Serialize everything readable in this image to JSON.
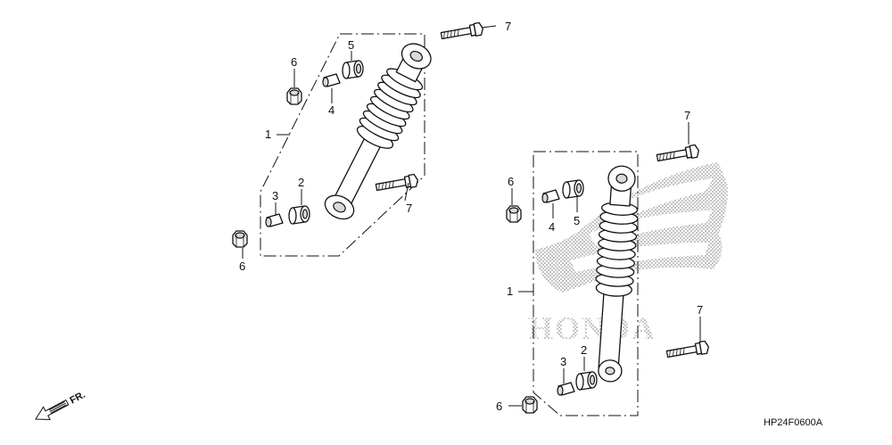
{
  "diagram": {
    "code": "HP24F0600A",
    "direction_label": "FR.",
    "watermark": "HONDA",
    "callouts": {
      "c1a": "1",
      "c1b": "1",
      "c2a": "2",
      "c2b": "2",
      "c3a": "3",
      "c3b": "3",
      "c4a": "4",
      "c4b": "4",
      "c5a": "5",
      "c5b": "5",
      "c6a": "6",
      "c6b": "6",
      "c6c": "6",
      "c6d": "6",
      "c7a": "7",
      "c7b": "7",
      "c7c": "7",
      "c7d": "7"
    }
  }
}
